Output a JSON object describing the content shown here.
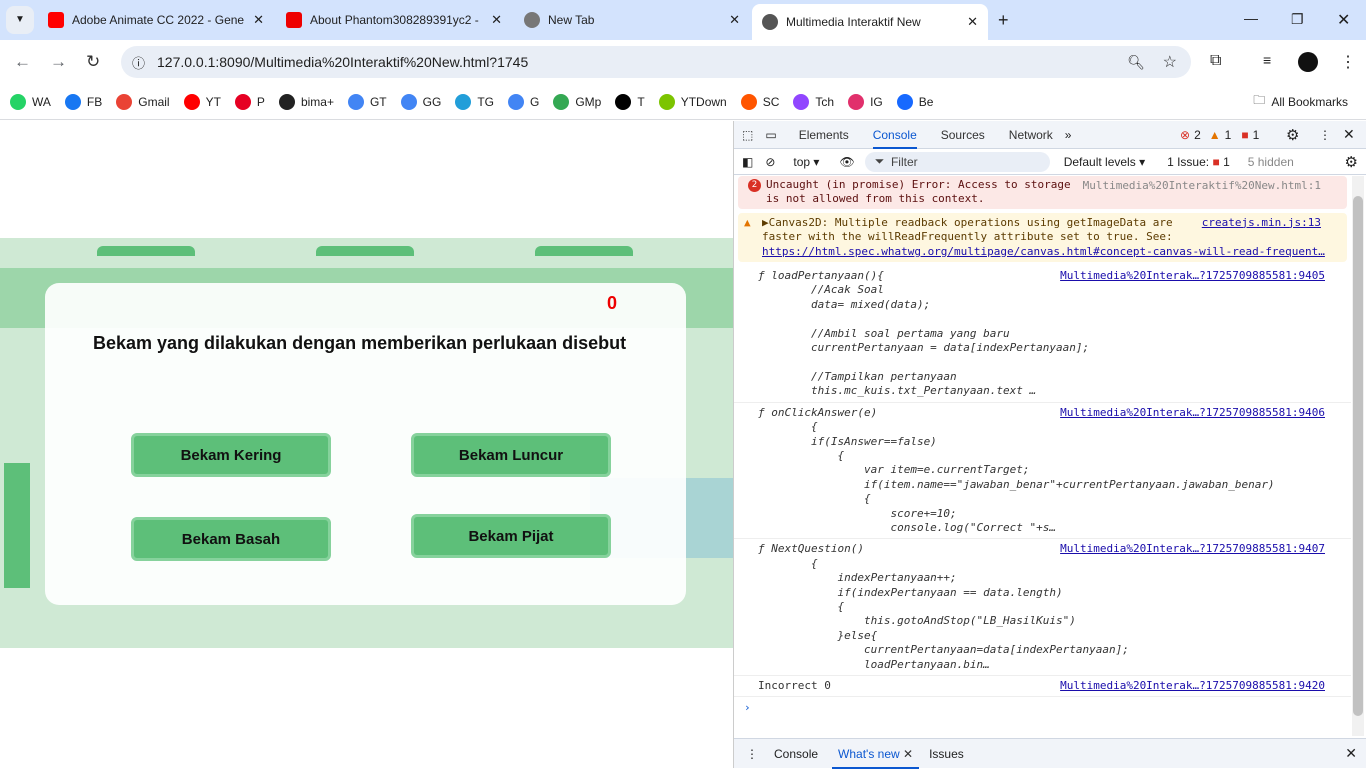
{
  "tabs": [
    {
      "title": "Adobe Animate CC 2022 - Gene",
      "color": "#ff0000"
    },
    {
      "title": "About Phantom308289391yc2 -",
      "color": "#e00"
    },
    {
      "title": "New Tab",
      "color": "#777"
    },
    {
      "title": "Multimedia Interaktif New",
      "color": "#555"
    }
  ],
  "url": "127.0.0.1:8090/Multimedia%20Interaktif%20New.html?1745",
  "bookmarks": [
    {
      "label": "WA",
      "color": "#25d366"
    },
    {
      "label": "FB",
      "color": "#1877f2"
    },
    {
      "label": "Gmail",
      "color": "#ea4335"
    },
    {
      "label": "YT",
      "color": "#ff0000"
    },
    {
      "label": "P",
      "color": "#e60023"
    },
    {
      "label": "bima+",
      "color": "#222"
    },
    {
      "label": "GT",
      "color": "#4285f4"
    },
    {
      "label": "GG",
      "color": "#4285f4"
    },
    {
      "label": "TG",
      "color": "#229ed9"
    },
    {
      "label": "G",
      "color": "#4285f4"
    },
    {
      "label": "GMp",
      "color": "#34a853"
    },
    {
      "label": "T",
      "color": "#000"
    },
    {
      "label": "YTDown",
      "color": "#7cc400"
    },
    {
      "label": "SC",
      "color": "#ff5500"
    },
    {
      "label": "Tch",
      "color": "#9146ff"
    },
    {
      "label": "IG",
      "color": "#e1306c"
    },
    {
      "label": "Be",
      "color": "#1769ff"
    }
  ],
  "all_bookmarks": "All Bookmarks",
  "game": {
    "question": "Bekam yang dilakukan dengan memberikan perlukaan disebut",
    "score": "0",
    "answers": [
      "Bekam Kering",
      "Bekam Luncur",
      "Bekam Basah",
      "Bekam Pijat"
    ]
  },
  "devtools": {
    "tabs": [
      "Elements",
      "Console",
      "Sources",
      "Network"
    ],
    "errors": "2",
    "warnings": "1",
    "issues_count": "1",
    "context": "top",
    "filter": "Filter",
    "levels": "Default levels",
    "issue_label": "1 Issue:",
    "issue_n": "1",
    "hidden": "5 hidden",
    "error_msg": "Uncaught (in promise) Error: Access to storage\nis not allowed from this context.",
    "error_src": "Multimedia%20Interaktif%20New.html:1",
    "error_count": "2",
    "warn_msg": "▶Canvas2D: Multiple readback operations using getImageData are\nfaster with the willReadFrequently attribute set to true. See:",
    "warn_link": "https://html.spec.whatwg.org/multipage/canvas.html#concept-canvas-will-read-frequent…",
    "warn_src": "createjs.min.js:13",
    "logs": [
      {
        "text": "ƒ loadPertanyaan(){\n        //Acak Soal\n        data= mixed(data);\n\n        //Ambil soal pertama yang baru\n        currentPertanyaan = data[indexPertanyaan];\n\n        //Tampilkan pertanyaan\n        this.mc_kuis.txt_Pertanyaan.text …",
        "src": "Multimedia%20Interak…?1725709885581:9405"
      },
      {
        "text": "ƒ onClickAnswer(e)\n        {\n        if(IsAnswer==false)\n            {\n                var item=e.currentTarget;\n                if(item.name==\"jawaban_benar\"+currentPertanyaan.jawaban_benar)\n                {\n                    score+=10;\n                    console.log(\"Correct \"+s…",
        "src": "Multimedia%20Interak…?1725709885581:9406"
      },
      {
        "text": "ƒ NextQuestion()\n        {\n            indexPertanyaan++;\n            if(indexPertanyaan == data.length)\n            {\n                this.gotoAndStop(\"LB_HasilKuis\")\n            }else{\n                currentPertanyaan=data[indexPertanyaan];\n                loadPertanyaan.bin…",
        "src": "Multimedia%20Interak…?1725709885581:9407"
      },
      {
        "text": "Incorrect 0",
        "src": "Multimedia%20Interak…?1725709885581:9420"
      }
    ],
    "prompt": "›",
    "drawer": [
      "Console",
      "What's new",
      "Issues"
    ]
  }
}
